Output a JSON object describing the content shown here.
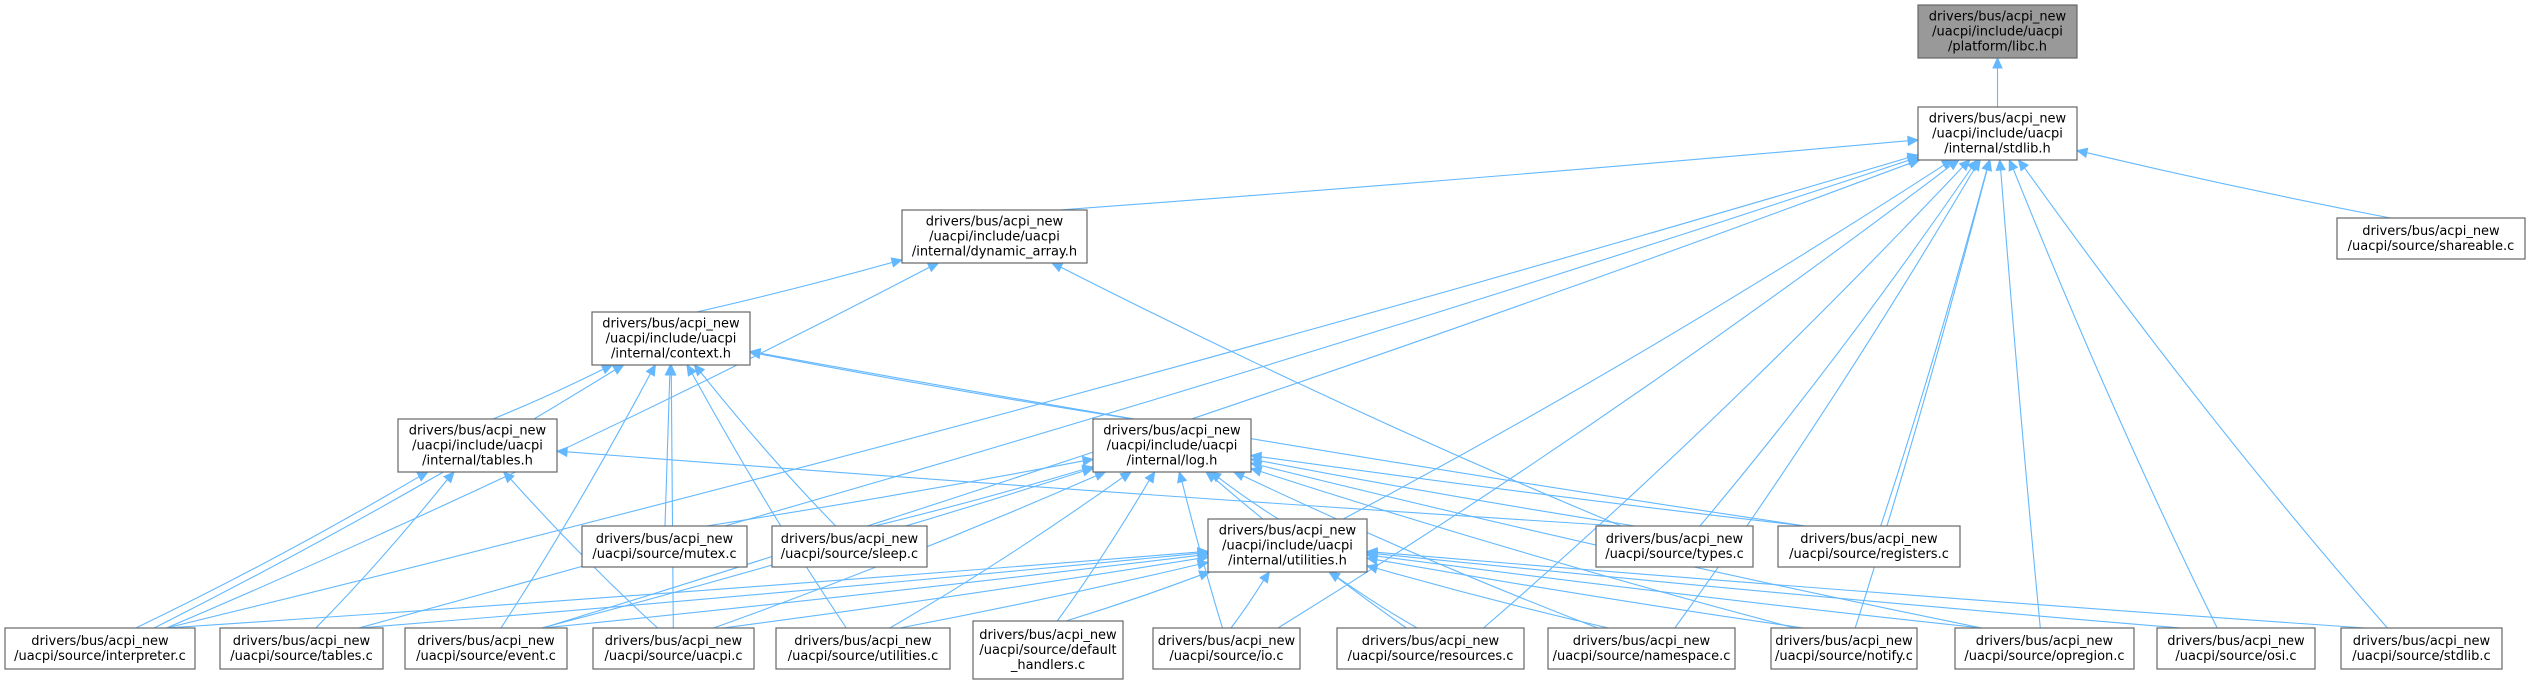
{
  "graph": {
    "title": "Include dependency graph for libc.h",
    "colors": {
      "edge": "#63b8ff",
      "root_fill": "#999999",
      "node_fill": "#ffffff",
      "node_border": "#666666"
    },
    "nodes": [
      {
        "id": "libc_h",
        "lines": [
          "drivers/bus/acpi_new",
          "/uacpi/include/uacpi",
          "/platform/libc.h"
        ],
        "root": true
      },
      {
        "id": "stdlib_h",
        "lines": [
          "drivers/bus/acpi_new",
          "/uacpi/include/uacpi",
          "/internal/stdlib.h"
        ]
      },
      {
        "id": "shareable_c",
        "lines": [
          "drivers/bus/acpi_new",
          "/uacpi/source/shareable.c"
        ]
      },
      {
        "id": "dynamic_array_h",
        "lines": [
          "drivers/bus/acpi_new",
          "/uacpi/include/uacpi",
          "/internal/dynamic_array.h"
        ]
      },
      {
        "id": "context_h",
        "lines": [
          "drivers/bus/acpi_new",
          "/uacpi/include/uacpi",
          "/internal/context.h"
        ]
      },
      {
        "id": "tables_h",
        "lines": [
          "drivers/bus/acpi_new",
          "/uacpi/include/uacpi",
          "/internal/tables.h"
        ]
      },
      {
        "id": "log_h",
        "lines": [
          "drivers/bus/acpi_new",
          "/uacpi/include/uacpi",
          "/internal/log.h"
        ]
      },
      {
        "id": "mutex_c",
        "lines": [
          "drivers/bus/acpi_new",
          "/uacpi/source/mutex.c"
        ]
      },
      {
        "id": "sleep_c",
        "lines": [
          "drivers/bus/acpi_new",
          "/uacpi/source/sleep.c"
        ]
      },
      {
        "id": "utilities_h",
        "lines": [
          "drivers/bus/acpi_new",
          "/uacpi/include/uacpi",
          "/internal/utilities.h"
        ]
      },
      {
        "id": "types_c",
        "lines": [
          "drivers/bus/acpi_new",
          "/uacpi/source/types.c"
        ]
      },
      {
        "id": "registers_c",
        "lines": [
          "drivers/bus/acpi_new",
          "/uacpi/source/registers.c"
        ]
      },
      {
        "id": "interpreter_c",
        "lines": [
          "drivers/bus/acpi_new",
          "/uacpi/source/interpreter.c"
        ]
      },
      {
        "id": "tables_c",
        "lines": [
          "drivers/bus/acpi_new",
          "/uacpi/source/tables.c"
        ]
      },
      {
        "id": "event_c",
        "lines": [
          "drivers/bus/acpi_new",
          "/uacpi/source/event.c"
        ]
      },
      {
        "id": "uacpi_c",
        "lines": [
          "drivers/bus/acpi_new",
          "/uacpi/source/uacpi.c"
        ]
      },
      {
        "id": "utilities_c",
        "lines": [
          "drivers/bus/acpi_new",
          "/uacpi/source/utilities.c"
        ]
      },
      {
        "id": "default_handlers_c",
        "lines": [
          "drivers/bus/acpi_new",
          "/uacpi/source/default",
          "_handlers.c"
        ]
      },
      {
        "id": "io_c",
        "lines": [
          "drivers/bus/acpi_new",
          "/uacpi/source/io.c"
        ]
      },
      {
        "id": "resources_c",
        "lines": [
          "drivers/bus/acpi_new",
          "/uacpi/source/resources.c"
        ]
      },
      {
        "id": "namespace_c",
        "lines": [
          "drivers/bus/acpi_new",
          "/uacpi/source/namespace.c"
        ]
      },
      {
        "id": "notify_c",
        "lines": [
          "drivers/bus/acpi_new",
          "/uacpi/source/notify.c"
        ]
      },
      {
        "id": "opregion_c",
        "lines": [
          "drivers/bus/acpi_new",
          "/uacpi/source/opregion.c"
        ]
      },
      {
        "id": "osi_c",
        "lines": [
          "drivers/bus/acpi_new",
          "/uacpi/source/osi.c"
        ]
      },
      {
        "id": "stdlib_c",
        "lines": [
          "drivers/bus/acpi_new",
          "/uacpi/source/stdlib.c"
        ]
      }
    ],
    "edges": [
      {
        "from": "stdlib_h",
        "to": "libc_h"
      },
      {
        "from": "shareable_c",
        "to": "stdlib_h"
      },
      {
        "from": "dynamic_array_h",
        "to": "stdlib_h"
      },
      {
        "from": "interpreter_c",
        "to": "stdlib_h"
      },
      {
        "from": "tables_c",
        "to": "stdlib_h"
      },
      {
        "from": "event_c",
        "to": "stdlib_h"
      },
      {
        "from": "utilities_h",
        "to": "stdlib_h"
      },
      {
        "from": "types_c",
        "to": "stdlib_h"
      },
      {
        "from": "registers_c",
        "to": "stdlib_h"
      },
      {
        "from": "io_c",
        "to": "stdlib_h"
      },
      {
        "from": "resources_c",
        "to": "stdlib_h"
      },
      {
        "from": "namespace_c",
        "to": "stdlib_h"
      },
      {
        "from": "notify_c",
        "to": "stdlib_h"
      },
      {
        "from": "opregion_c",
        "to": "stdlib_h"
      },
      {
        "from": "osi_c",
        "to": "stdlib_h"
      },
      {
        "from": "stdlib_c",
        "to": "stdlib_h"
      },
      {
        "from": "context_h",
        "to": "dynamic_array_h"
      },
      {
        "from": "interpreter_c",
        "to": "dynamic_array_h"
      },
      {
        "from": "types_c",
        "to": "dynamic_array_h"
      },
      {
        "from": "tables_h",
        "to": "context_h"
      },
      {
        "from": "log_h",
        "to": "context_h"
      },
      {
        "from": "mutex_c",
        "to": "context_h"
      },
      {
        "from": "sleep_c",
        "to": "context_h"
      },
      {
        "from": "registers_c",
        "to": "context_h"
      },
      {
        "from": "interpreter_c",
        "to": "context_h"
      },
      {
        "from": "event_c",
        "to": "context_h"
      },
      {
        "from": "uacpi_c",
        "to": "context_h"
      },
      {
        "from": "utilities_c",
        "to": "context_h"
      },
      {
        "from": "interpreter_c",
        "to": "tables_h"
      },
      {
        "from": "tables_c",
        "to": "tables_h"
      },
      {
        "from": "uacpi_c",
        "to": "tables_h"
      },
      {
        "from": "types_c",
        "to": "tables_h"
      },
      {
        "from": "mutex_c",
        "to": "log_h"
      },
      {
        "from": "sleep_c",
        "to": "log_h"
      },
      {
        "from": "utilities_h",
        "to": "log_h"
      },
      {
        "from": "types_c",
        "to": "log_h"
      },
      {
        "from": "registers_c",
        "to": "log_h"
      },
      {
        "from": "event_c",
        "to": "log_h"
      },
      {
        "from": "uacpi_c",
        "to": "log_h"
      },
      {
        "from": "utilities_c",
        "to": "log_h"
      },
      {
        "from": "default_handlers_c",
        "to": "log_h"
      },
      {
        "from": "io_c",
        "to": "log_h"
      },
      {
        "from": "resources_c",
        "to": "log_h"
      },
      {
        "from": "namespace_c",
        "to": "log_h"
      },
      {
        "from": "notify_c",
        "to": "log_h"
      },
      {
        "from": "opregion_c",
        "to": "log_h"
      },
      {
        "from": "interpreter_c",
        "to": "utilities_h"
      },
      {
        "from": "tables_c",
        "to": "utilities_h"
      },
      {
        "from": "event_c",
        "to": "utilities_h"
      },
      {
        "from": "uacpi_c",
        "to": "utilities_h"
      },
      {
        "from": "utilities_c",
        "to": "utilities_h"
      },
      {
        "from": "default_handlers_c",
        "to": "utilities_h"
      },
      {
        "from": "io_c",
        "to": "utilities_h"
      },
      {
        "from": "resources_c",
        "to": "utilities_h"
      },
      {
        "from": "namespace_c",
        "to": "utilities_h"
      },
      {
        "from": "notify_c",
        "to": "utilities_h"
      },
      {
        "from": "opregion_c",
        "to": "utilities_h"
      },
      {
        "from": "osi_c",
        "to": "utilities_h"
      },
      {
        "from": "stdlib_c",
        "to": "utilities_h"
      }
    ]
  }
}
